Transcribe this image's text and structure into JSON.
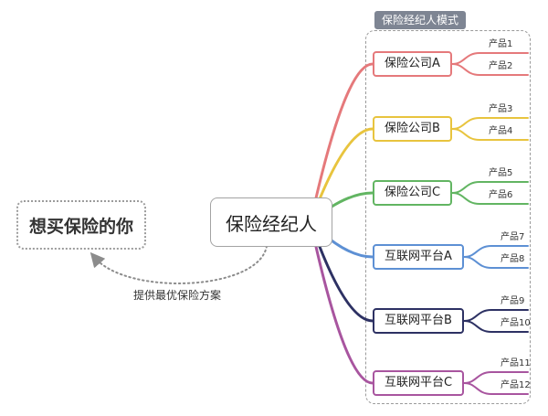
{
  "requester": {
    "label": "想买保险的你"
  },
  "broker": {
    "label": "保险经纪人"
  },
  "feedback": {
    "label": "提供最优保险方案"
  },
  "model_panel": {
    "title": "保险经纪人模式"
  },
  "branches": [
    {
      "label": "保险公司A",
      "color": "#e5797b",
      "products": [
        "产品1",
        "产品2"
      ]
    },
    {
      "label": "保险公司B",
      "color": "#e8c43e",
      "products": [
        "产品3",
        "产品4"
      ]
    },
    {
      "label": "保险公司C",
      "color": "#62b562",
      "products": [
        "产品5",
        "产品6"
      ]
    },
    {
      "label": "互联网平台A",
      "color": "#5d90d4",
      "products": [
        "产品7",
        "产品8"
      ]
    },
    {
      "label": "互联网平台B",
      "color": "#2d3163",
      "products": [
        "产品9",
        "产品10"
      ]
    },
    {
      "label": "互联网平台C",
      "color": "#a8559f",
      "products": [
        "产品11",
        "产品12"
      ]
    }
  ]
}
